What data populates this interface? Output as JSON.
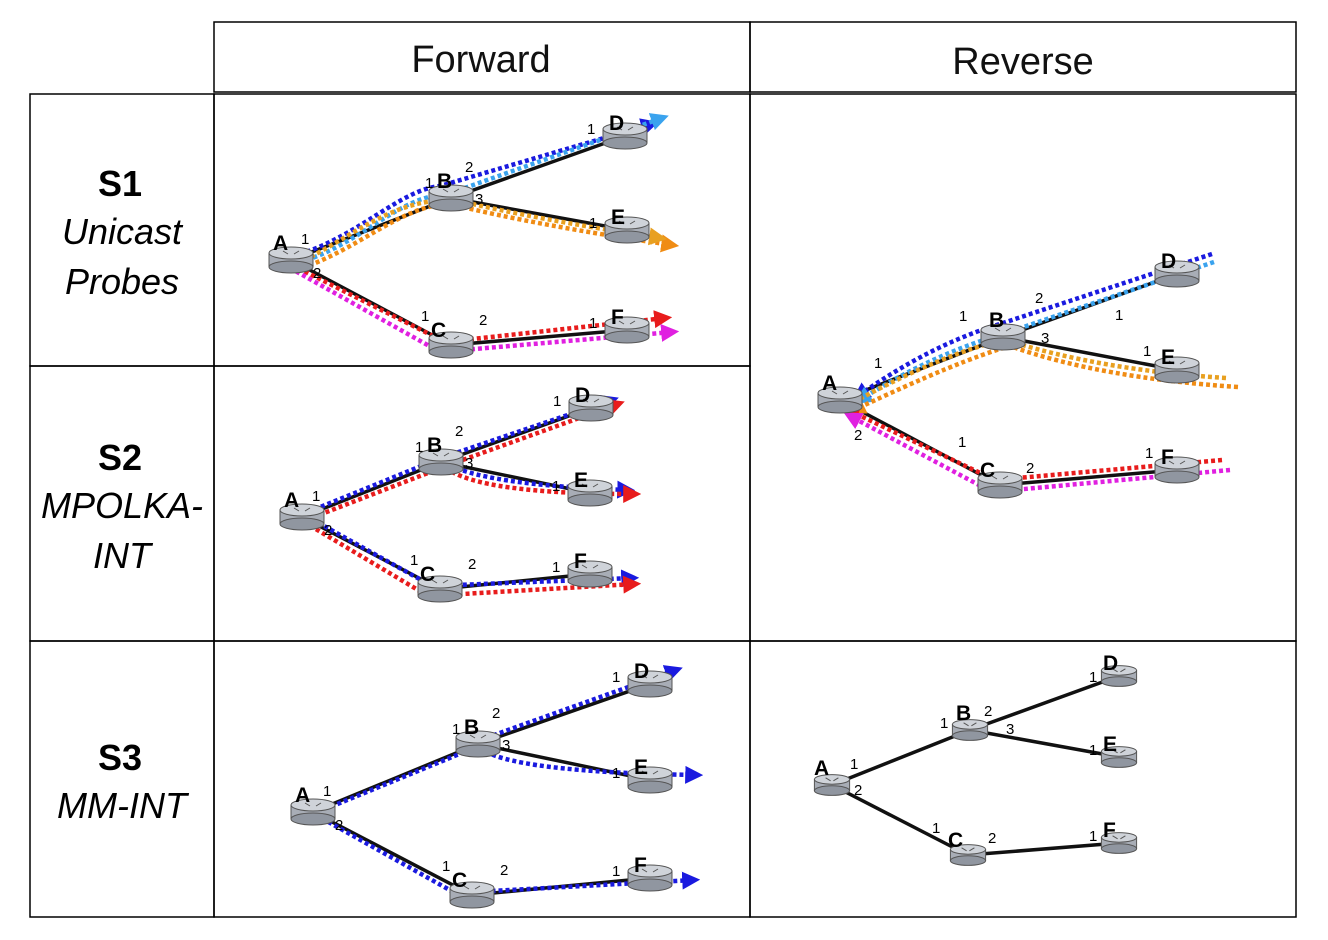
{
  "columns": {
    "forward": "Forward",
    "reverse": "Reverse"
  },
  "rows": [
    {
      "id": "s1",
      "title": "S1",
      "subtitle": [
        "Unicast",
        "Probes"
      ]
    },
    {
      "id": "s2",
      "title": "S2",
      "subtitle": [
        "MPOLKA-",
        "INT"
      ]
    },
    {
      "id": "s3",
      "title": "S3",
      "subtitle": [
        "MM-INT"
      ]
    }
  ],
  "node_labels": {
    "A": "A",
    "B": "B",
    "C": "C",
    "D": "D",
    "E": "E",
    "F": "F"
  },
  "port_labels": {
    "A-B": "1",
    "A-C": "2",
    "B-A": "1",
    "B-D": "2",
    "B-E": "3",
    "C-A": "1",
    "C-F": "2",
    "D": "1",
    "E": "1",
    "F": "1"
  },
  "colors": {
    "link": "#111111",
    "router": "#a8adb6",
    "probe_blue": "#1a1adf",
    "probe_lightblue": "#3aa3ee",
    "probe_orange": "#f08c14",
    "probe_darkorange": "#e8a020",
    "probe_red": "#e81c1c",
    "probe_magenta": "#e020e0"
  }
}
